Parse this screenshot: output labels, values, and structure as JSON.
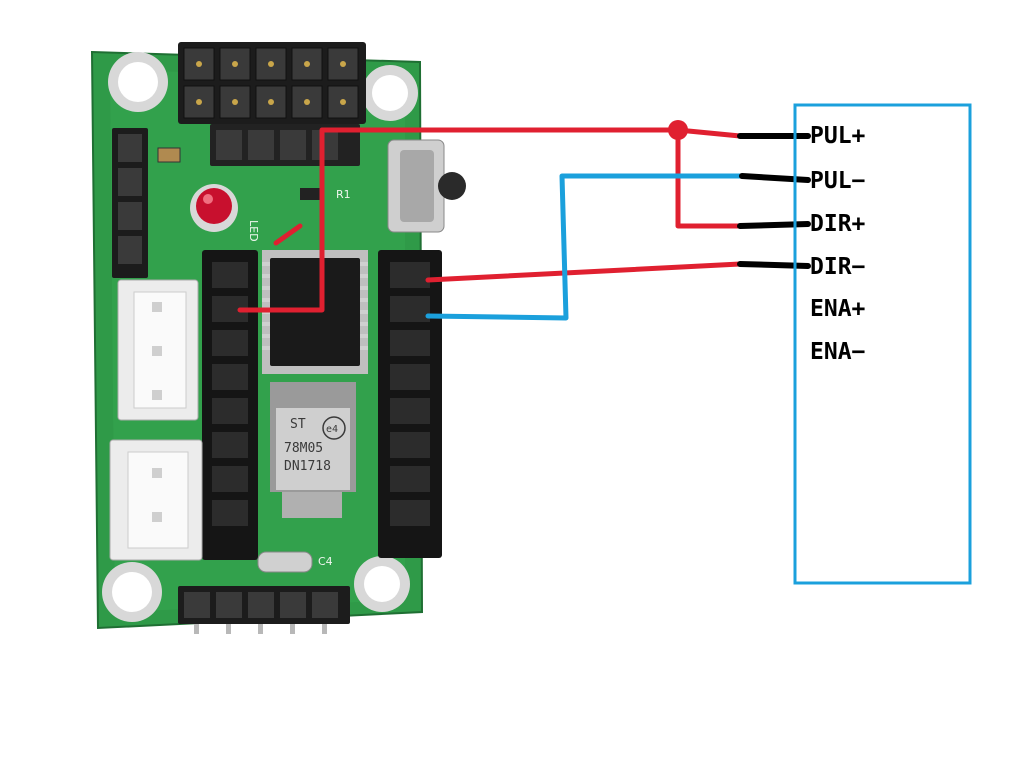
{
  "driver_terminals": [
    {
      "label": "PUL+"
    },
    {
      "label": "PUL−"
    },
    {
      "label": "DIR+"
    },
    {
      "label": "DIR−"
    },
    {
      "label": "ENA+"
    },
    {
      "label": "ENA−"
    }
  ],
  "board": {
    "regulator_brand": "ST",
    "regulator_mark": "e4",
    "regulator_line1": "78M05",
    "regulator_line2": "DN1718",
    "silk_led": "LED",
    "silk_r1": "R1",
    "silk_c4": "C4"
  },
  "colors": {
    "signal_wire": "#e02030",
    "ground_wire": "#1ba0dc",
    "lead_wire": "#000000",
    "driver_outline": "#1ba0dc",
    "pcb": "#2f9a48"
  }
}
